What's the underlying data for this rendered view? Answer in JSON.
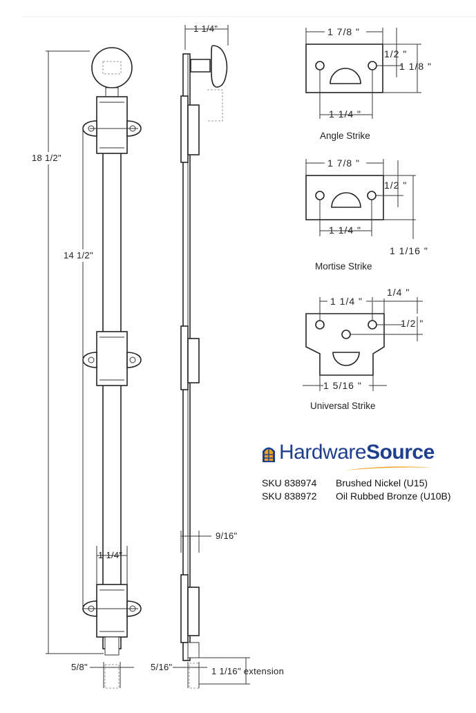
{
  "side_view": {
    "overall_length": "18 1/2\"",
    "guide_spacing": "14 1/2\"",
    "guide_width": "1 1/4\"",
    "rod_diameter": "5/8\""
  },
  "profile_view": {
    "knob_projection": "1 1/4\"",
    "plate_thickness": "9/16\"",
    "rod_offset": "5/16\"",
    "extension": "1 1/16\" extension"
  },
  "strikes": [
    {
      "name": "Angle Strike",
      "width": "1 7/8 \"",
      "hole_spacing": "1 1/4 \"",
      "hole_offset": "1/2 \"",
      "height": "1 1/8 \""
    },
    {
      "name": "Mortise Strike",
      "width": "1 7/8 \"",
      "hole_spacing": "1 1/4 \"",
      "hole_offset": "1/2 \"",
      "height": "1  1/16 \""
    },
    {
      "name": "Universal Strike",
      "hole_spacing": "1 1/4 \"",
      "edge_offset": "1/4 \"",
      "hole_offset": "1/2 \"",
      "width": "1  5/16 \""
    }
  ],
  "brand": {
    "word1": "Hardware",
    "word2": "Source",
    "color_primary": "#1d3f8e",
    "color_accent": "#f5a01a",
    "icon": "window-house-icon"
  },
  "skus": [
    {
      "sku": "SKU 838974",
      "finish": "Brushed Nickel (U15)"
    },
    {
      "sku": "SKU 838972",
      "finish": "Oil Rubbed Bronze (U10B)"
    }
  ]
}
